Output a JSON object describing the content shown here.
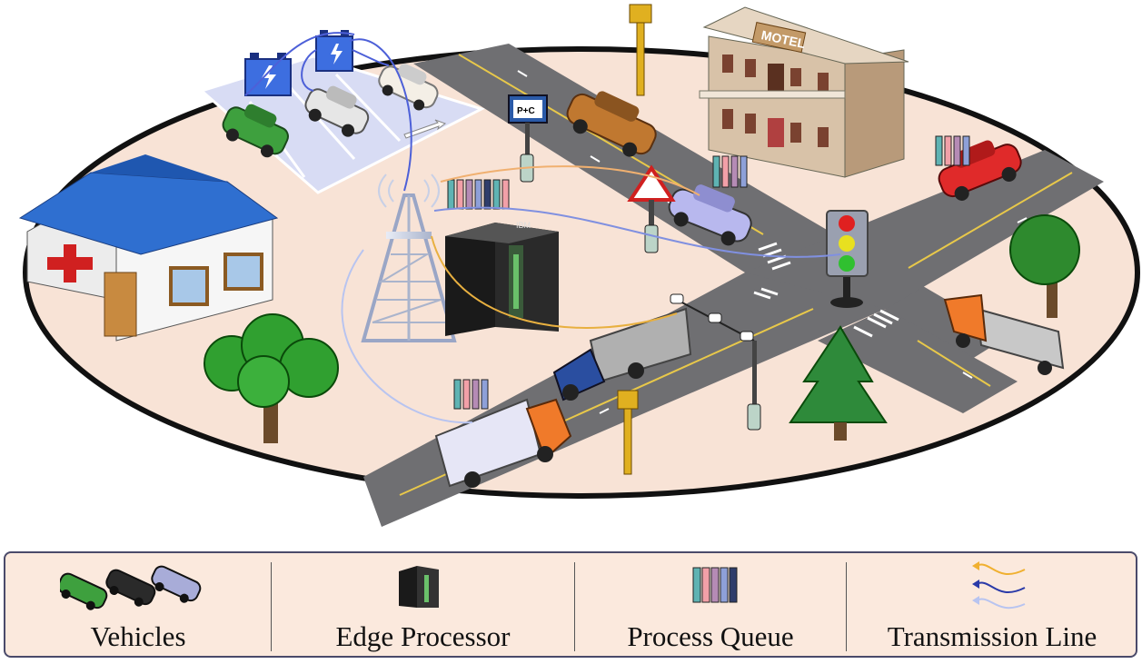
{
  "scene": {
    "motel_sign": "MOTEL",
    "parking_sign": "P+C",
    "server_brand": "IBM"
  },
  "legend": {
    "items": [
      {
        "label": "Vehicles"
      },
      {
        "label": "Edge Processor"
      },
      {
        "label": "Process Queue"
      },
      {
        "label": "Transmission Line"
      }
    ]
  },
  "colors": {
    "ground": "#f8e3d6",
    "road": "#7a7a7a",
    "parking": "#d8dcf4",
    "queue_colors": [
      "#5fb3b3",
      "#f2a0a8",
      "#b58bb5",
      "#8ea0d8",
      "#2f3d6b"
    ],
    "line_orange": "#f0b070",
    "line_blue": "#4d60d8",
    "line_lightblue": "#b8c4f0"
  }
}
